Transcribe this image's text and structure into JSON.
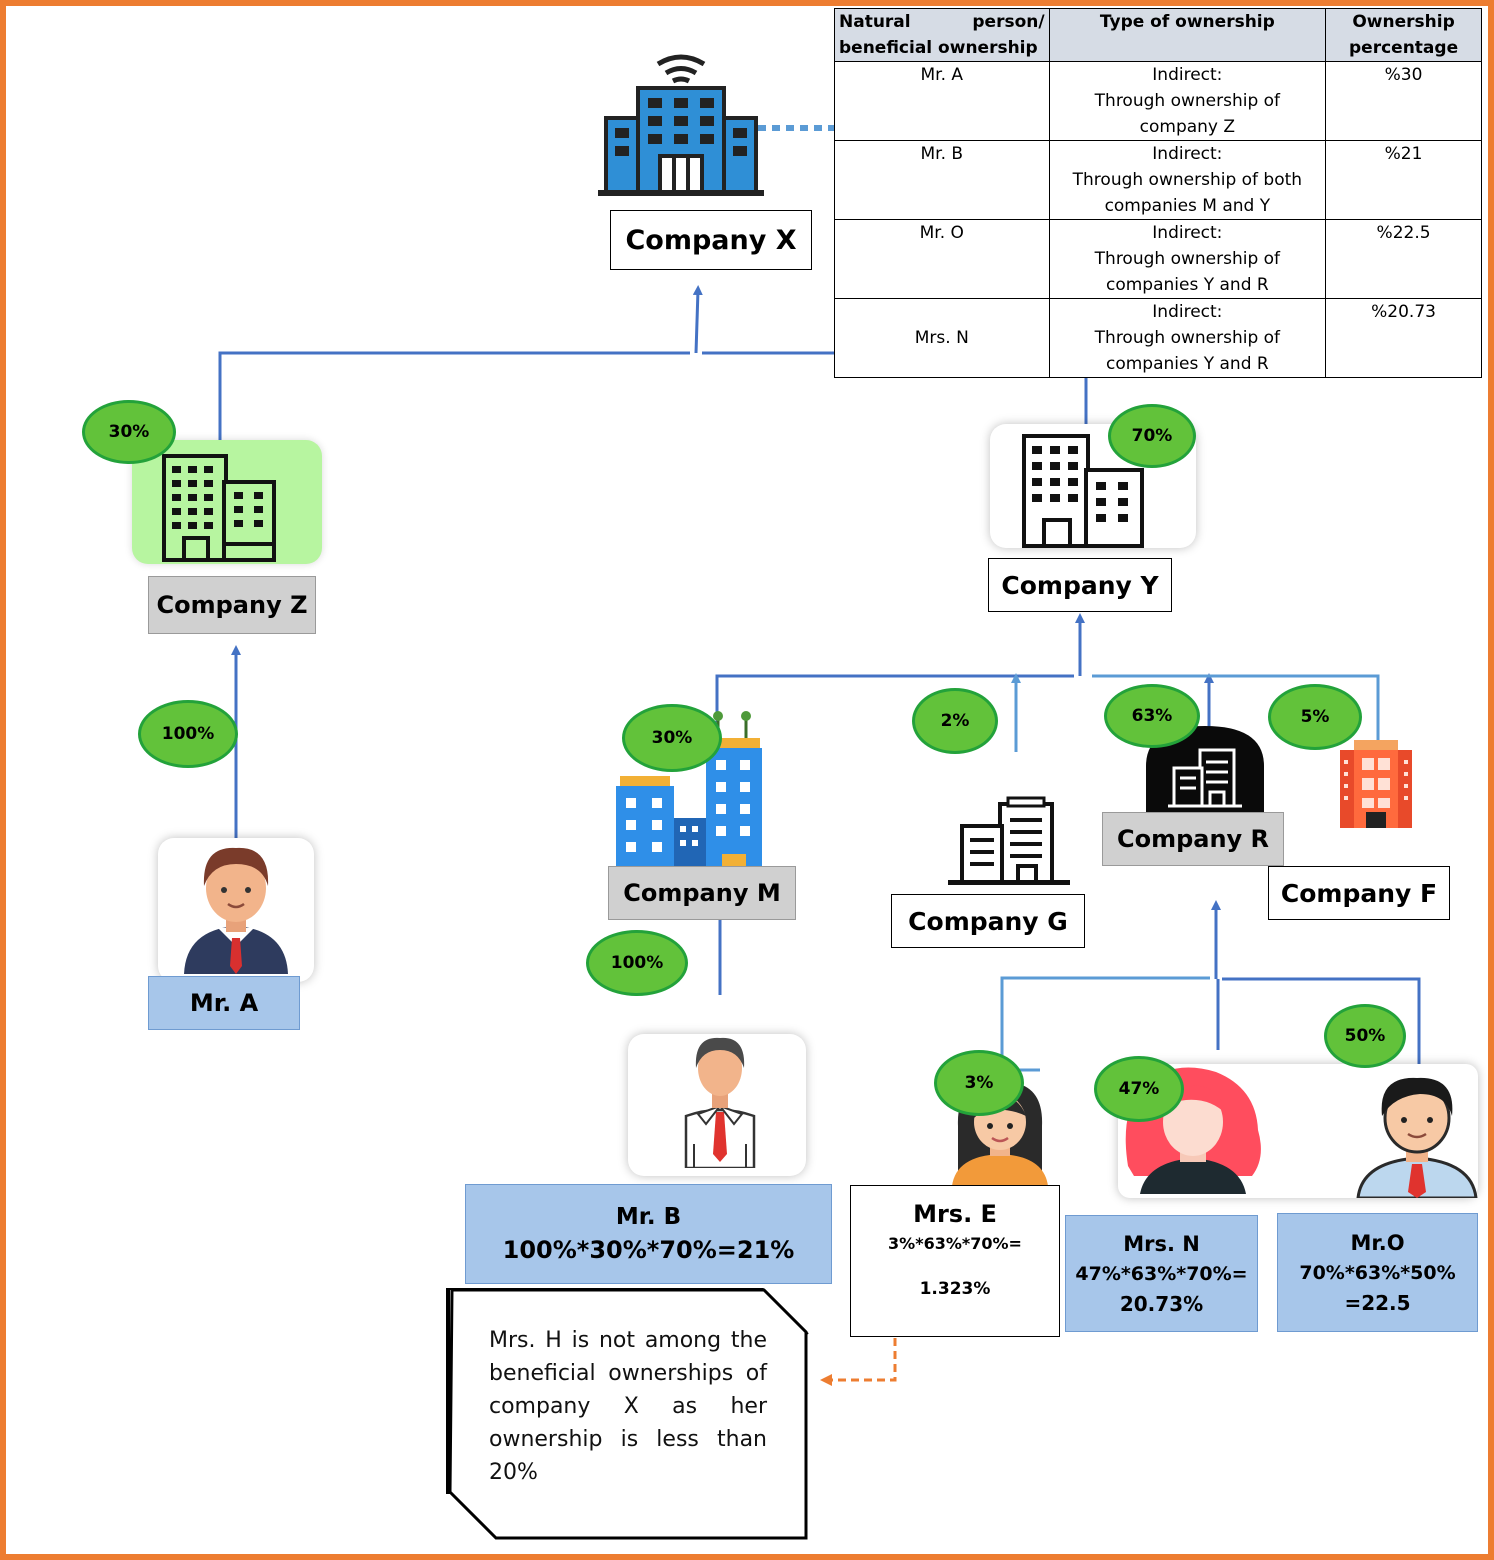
{
  "table": {
    "headers": [
      "Natural person/ beneficial ownership",
      "Type of ownership",
      "Ownership percentage"
    ],
    "rows": [
      {
        "person": "Mr. A",
        "type_line1": "Indirect:",
        "type_line2": "Through ownership of company Z",
        "percentage": "%30"
      },
      {
        "person": "Mr. B",
        "type_line1": "Indirect:",
        "type_line2": "Through ownership of both companies M and Y",
        "percentage": "%21"
      },
      {
        "person": "Mr. O",
        "type_line1": "Indirect:",
        "type_line2": "Through ownership of companies Y and R",
        "percentage": "%22.5"
      },
      {
        "person": "Mrs. N",
        "type_line1": "Indirect:",
        "type_line2": "Through ownership of companies Y and R",
        "percentage": "%20.73"
      }
    ]
  },
  "companies": {
    "x": "Company X",
    "z": "Company Z",
    "y": "Company Y",
    "m": "Company M",
    "g": "Company G",
    "r": "Company R",
    "f": "Company F"
  },
  "persons": {
    "a": {
      "name": "Mr. A"
    },
    "b": {
      "name": "Mr. B",
      "formula": "100%*30%*70%=21%"
    },
    "e": {
      "name": "Mrs. E",
      "formula": "3%*63%*70%=",
      "result": "1.323%"
    },
    "n": {
      "name": "Mrs. N",
      "formula1": "47%*63%*70%=",
      "formula2": "20.73%"
    },
    "o": {
      "name": "Mr.O",
      "formula1": "70%*63%*50%",
      "formula2": "=22.5"
    }
  },
  "badges": {
    "z_to_x": "30%",
    "y_to_x": "70%",
    "a_to_z": "100%",
    "m_to_y": "30%",
    "g_to_y": "2%",
    "r_to_y": "63%",
    "f_to_y": "5%",
    "b_to_m": "100%",
    "e_to_r": "3%",
    "n_to_r": "47%",
    "o_to_r": "50%"
  },
  "note": "Mrs. H is not among the beneficial ownerships of company X as her ownership is less than 20%",
  "colors": {
    "frame": "#ed7d31",
    "connector": "#4472c4",
    "badge_fill": "#62c23a",
    "badge_border": "#23a23a",
    "note_arrow": "#ed7d31",
    "dotted_link": "#5b9bd5"
  }
}
